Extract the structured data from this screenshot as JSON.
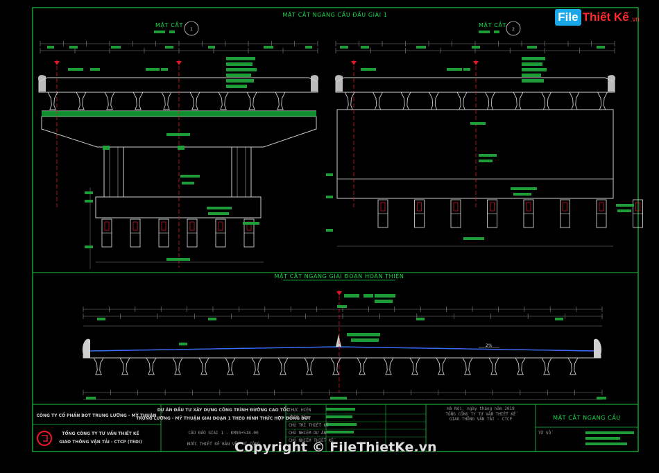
{
  "drawing": {
    "title_top": "MẶT CẮT NGANG CẦU ĐẦU GIAI 1",
    "title_middle": "MẶT CẮT NGANG GIAI ĐOẠN HOÀN THIỆN",
    "section_label_left": "MẶT CẮT",
    "section_label_right": "MẶT CẮT",
    "section_num_left": "1",
    "section_num_right": "2",
    "slope_label": "2%"
  },
  "title_block": {
    "company": "CÔNG TY CỔ PHẦN BOT TRUNG LƯƠNG - MỸ THUẬN",
    "consultant_line1": "TỔNG CÔNG TY TƯ VẤN THIẾT KẾ",
    "consultant_line2": "GIAO THÔNG VẬN TẢI - CTCP (TEDI)",
    "project_line1": "DỰ ÁN ĐẦU TƯ XÂY DỰNG CÔNG TRÌNH ĐƯỜNG CAO TỐC",
    "project_line2": "TRUNG LƯƠNG - MỸ THUẬN GIAI ĐOẠN 1 THEO HÌNH THỨC HỢP ĐỒNG BOT",
    "bridge_name": "CẦU ĐẦU GIAI 1 - KM98+518.00",
    "stage": "BƯỚC THIẾT KẾ BẢN VẼ THI CÔNG",
    "roles": [
      "THỰC HIỆN",
      "KIỂM TRA",
      "CHỦ TRÌ THIẾT KẾ",
      "CHỦ NHIỆM DỰ ÁN",
      "CHỦ NHIỆM THIẾT KẾ"
    ],
    "date_line": "Hà Nội, ngày      tháng      năm 2018",
    "org_line1": "TỔNG CÔNG TY TƯ VẤN THIẾT KẾ",
    "org_line2": "GIAO THÔNG VẬN TẢI - CTCP",
    "sheet_title": "MẶT CẮT NGANG CẦU",
    "sheet_no_label": "TỜ SỐ"
  },
  "watermark": {
    "logo_file": "File",
    "logo_name": "Thiết Kế",
    "logo_domain": ".vn",
    "copyright": "Copyright © FileThietKe.vn"
  },
  "colors": {
    "background": "#000000",
    "frame": "#19c840",
    "label_fill": "#1fa43a",
    "centerline": "#e0162a",
    "deck_line": "#3a6cff",
    "structure": "#cfcfcf",
    "dimension": "#8a8a8a"
  }
}
